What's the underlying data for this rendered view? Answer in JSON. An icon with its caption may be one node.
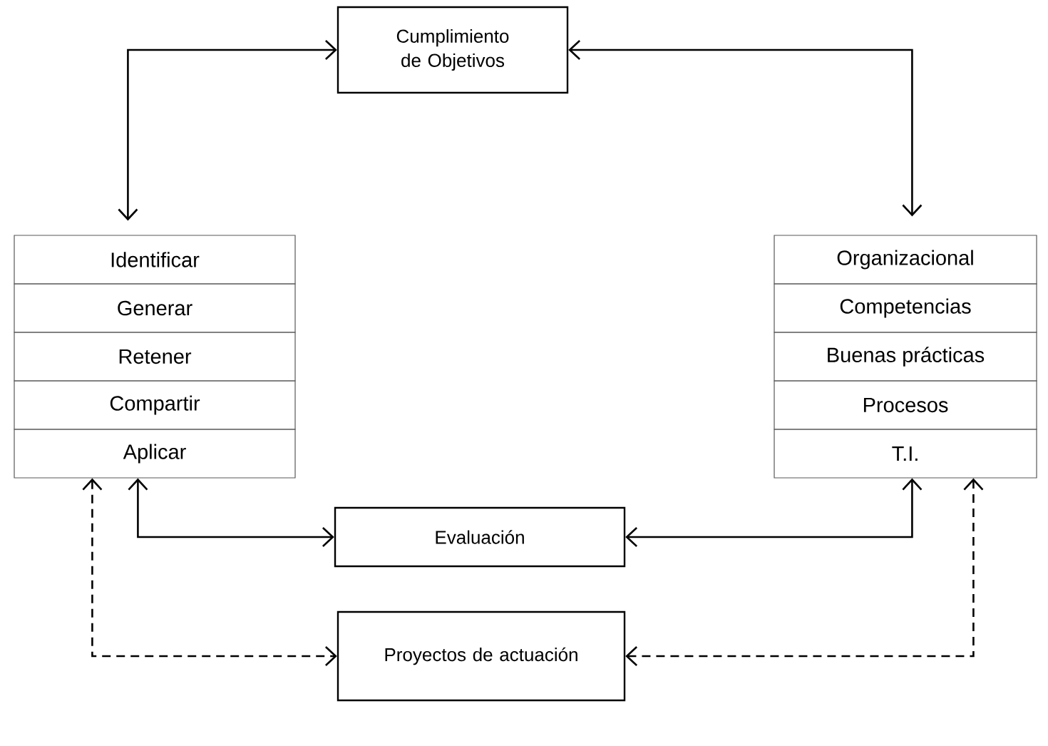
{
  "diagram": {
    "nodes": [
      {
        "text": [
          "Cumplimiento de Objetivos"
        ]
      },
      {
        "text": [
          "Identificar"
        ]
      },
      {
        "text": [
          "Generar"
        ]
      },
      {
        "text": [
          "Retener"
        ]
      },
      {
        "text": [
          "Compartir"
        ]
      },
      {
        "text": [
          "Aplicar"
        ]
      },
      {
        "text": [
          "Organizacional"
        ]
      },
      {
        "text": [
          "Competencias"
        ]
      },
      {
        "text": [
          "Buenas prácticas"
        ]
      },
      {
        "text": [
          "Procesos"
        ]
      },
      {
        "text": [
          "T.I."
        ]
      },
      {
        "text": [
          "Evaluación"
        ]
      },
      {
        "text": [
          "Proyectos de actuación"
        ]
      }
    ],
    "edges": [
      {
        "from": 0,
        "to": 1,
        "arrow": "both"
      },
      {
        "from": 0,
        "to": 6,
        "arrow": "both"
      },
      {
        "from": 5,
        "to": 11,
        "arrow": "both"
      },
      {
        "from": 11,
        "to": 10,
        "arrow": "both"
      },
      {
        "from": 5,
        "to": 12,
        "arrow": "both",
        "style": "dashed"
      },
      {
        "from": 12,
        "to": 10,
        "arrow": "both",
        "style": "dashed"
      }
    ]
  }
}
